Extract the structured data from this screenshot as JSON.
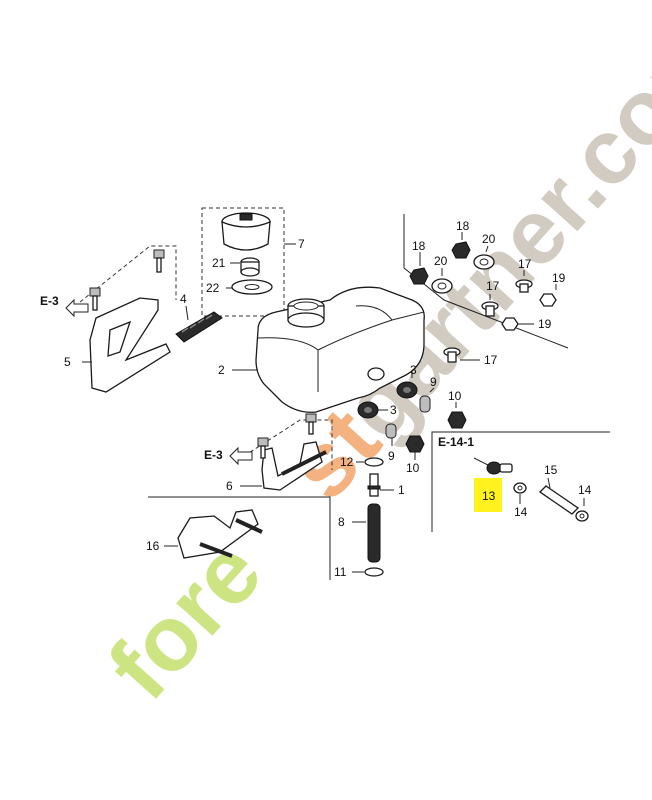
{
  "colors": {
    "highlight": "#fff21f",
    "watermark_green": "#c3df6b",
    "watermark_orange": "#f3a56a",
    "watermark_grey": "#c9c2b8"
  },
  "watermark": {
    "text_left": "fore",
    "text_mid": "st",
    "text_right": "gartner.com"
  },
  "refs": {
    "e3_top": "E-3",
    "e3_bottom": "E-3",
    "e14_1": "E-14-1"
  },
  "labels": {
    "p1": "1",
    "p2": "2",
    "p3a": "3",
    "p3b": "3",
    "p4": "4",
    "p5": "5",
    "p6": "6",
    "p7": "7",
    "p8": "8",
    "p9a": "9",
    "p9b": "9",
    "p10a": "10",
    "p10b": "10",
    "p11": "11",
    "p12": "12",
    "p13": "13",
    "p14a": "14",
    "p14b": "14",
    "p15": "15",
    "p16": "16",
    "p17a": "17",
    "p17b": "17",
    "p17c": "17",
    "p18a": "18",
    "p18b": "18",
    "p19a": "19",
    "p19b": "19",
    "p20a": "20",
    "p20b": "20",
    "p21": "21",
    "p22": "22"
  }
}
